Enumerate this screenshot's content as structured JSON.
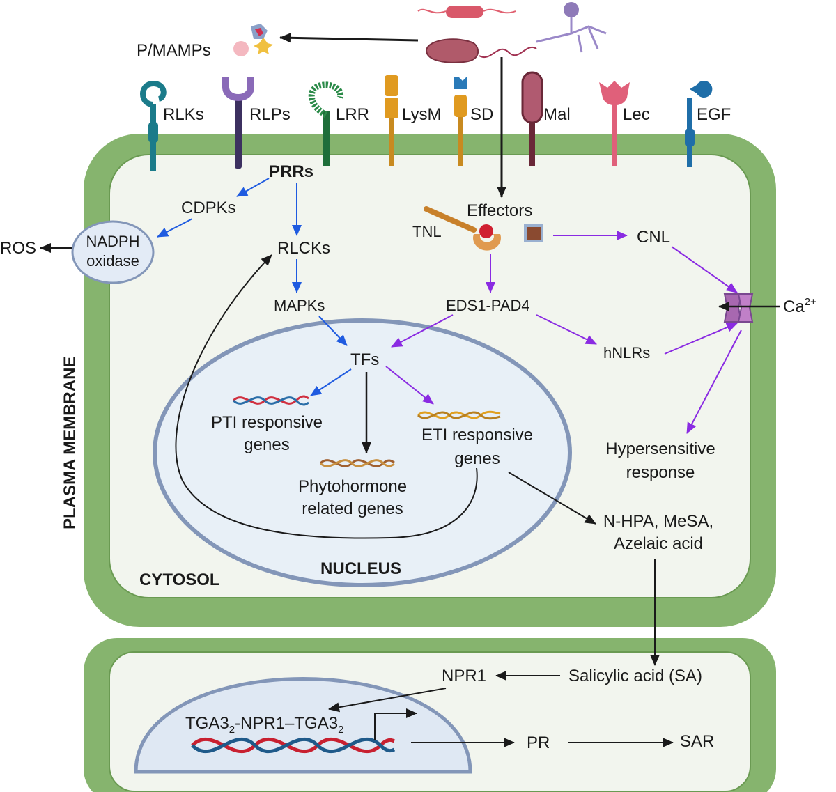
{
  "top": {
    "pamps": "P/MAMPs"
  },
  "receptors": [
    "RLKs",
    "RLPs",
    "LRR",
    "LysM",
    "SD",
    "Mal",
    "Lec",
    "EGF"
  ],
  "cell": {
    "membrane": "PLASMA MEMBRANE",
    "cytosol": "CYTOSOL",
    "nucleus": "NUCLEUS",
    "prrs": "PRRs",
    "cdpks": "CDPKs",
    "nadph_1": "NADPH",
    "nadph_2": "oxidase",
    "ros": "ROS",
    "rlcks": "RLCKs",
    "mapks": "MAPKs",
    "tfs": "TFs",
    "pti_1": "PTI responsive",
    "pti_2": "genes",
    "phyto_1": "Phytohormone",
    "phyto_2": "related genes",
    "eti_1": "ETI responsive",
    "eti_2": "genes",
    "effectors": "Effectors",
    "tnl": "TNL",
    "cnl": "CNL",
    "eds1": "EDS1-PAD4",
    "hnlrs": "hNLRs",
    "ca": "Ca",
    "ca_sup": "2+",
    "hr_1": "Hypersensitive",
    "hr_2": "response",
    "nhpa_1": "N-HPA, MeSA,",
    "nhpa_2": "Azelaic acid"
  },
  "lower": {
    "sa": "Salicylic acid (SA)",
    "npr1": "NPR1",
    "tga_a": "TGA3",
    "tga_sub1": "2",
    "tga_b": "-NPR1–TGA3",
    "tga_sub2": "2",
    "pr": "PR",
    "sar": "SAR"
  },
  "colors": {
    "membrane": "#86b46e",
    "cytosol": "#f2f5ee",
    "nucleus_fill": "#e8f0f7",
    "nucleus_edge": "#8396b8",
    "blue_arrow": "#1f5be0",
    "purple_arrow": "#8a2be2",
    "black_arrow": "#1a1a1a"
  }
}
